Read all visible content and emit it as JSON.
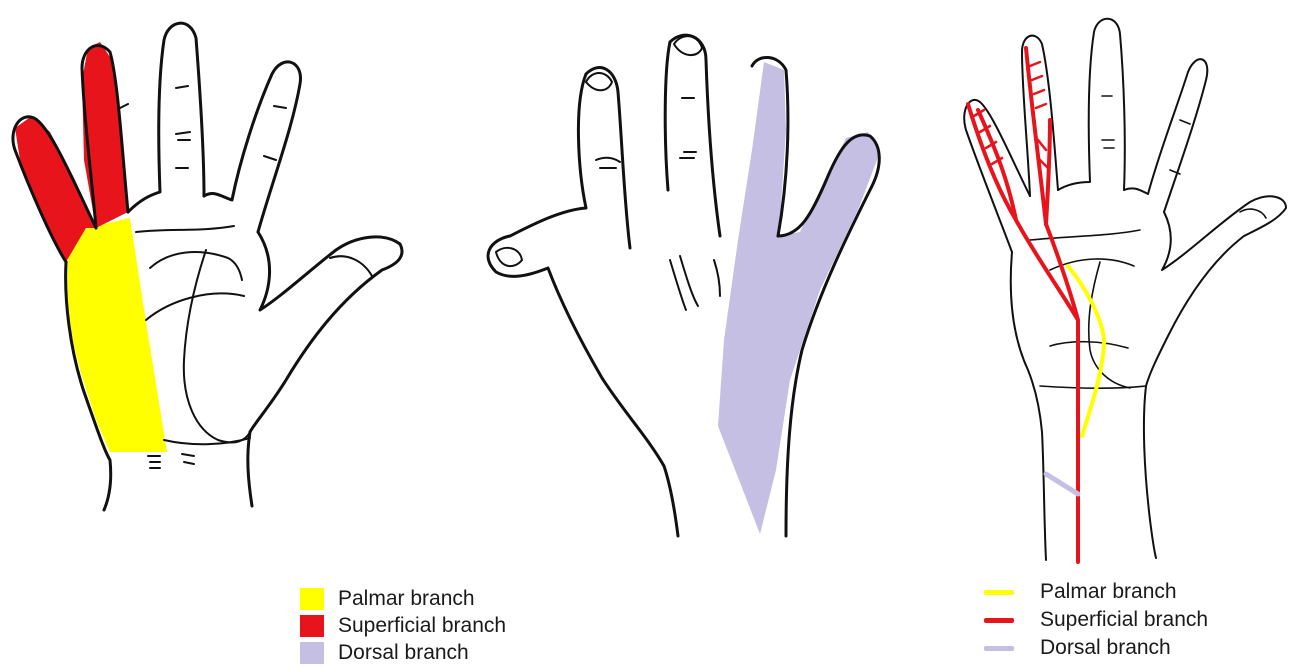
{
  "colors": {
    "palmar": "#ffff00",
    "superficial": "#e8141c",
    "dorsal": "#c5bfe3",
    "outline": "#111111"
  },
  "legend_left": {
    "items": [
      {
        "label": "Palmar branch",
        "color": "#ffff00"
      },
      {
        "label": "Superficial branch",
        "color": "#e8141c"
      },
      {
        "label": "Dorsal branch",
        "color": "#c5bfe3"
      }
    ]
  },
  "legend_right": {
    "items": [
      {
        "label": "Palmar branch",
        "color": "#ffff00"
      },
      {
        "label": "Superficial branch",
        "color": "#e8141c"
      },
      {
        "label": "Dorsal branch",
        "color": "#c5bfe3"
      }
    ]
  }
}
